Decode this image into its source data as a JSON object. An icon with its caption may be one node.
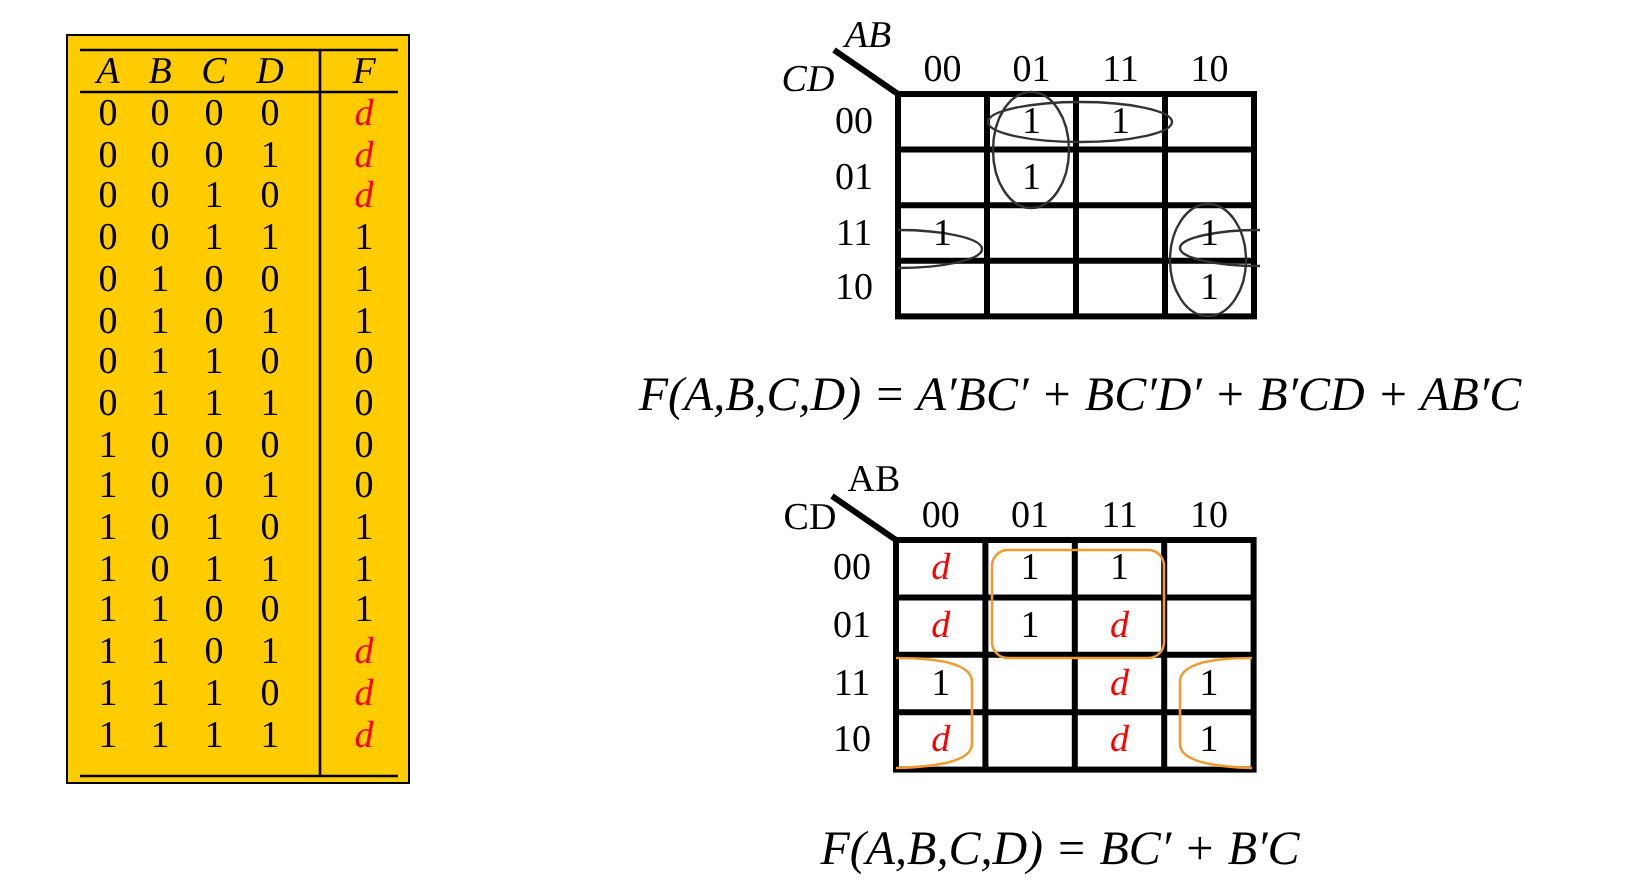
{
  "diagram": {
    "labels": [
      "A",
      "B",
      "C",
      "D",
      "F",
      "0",
      "0",
      "0",
      "0",
      "d",
      "0",
      "0",
      "0",
      "1",
      "d",
      "0",
      "0",
      "1",
      "0",
      "d",
      "0",
      "0",
      "1",
      "1",
      "1",
      "0",
      "1",
      "0",
      "0",
      "1",
      "0",
      "1",
      "0",
      "1",
      "1",
      "0",
      "1",
      "1",
      "0",
      "0",
      "0",
      "1",
      "1",
      "1",
      "0",
      "1",
      "0",
      "0",
      "0",
      "0",
      "1",
      "0",
      "0",
      "1",
      "0",
      "1",
      "0",
      "1",
      "0",
      "1",
      "1",
      "0",
      "1",
      "1",
      "1",
      "1",
      "1",
      "0",
      "0",
      "1",
      "1",
      "1",
      "0",
      "1",
      "d",
      "1",
      "1",
      "1",
      "0",
      "d",
      "1",
      "1",
      "1",
      "1",
      "d",
      "AB",
      "CD",
      "00",
      "01",
      "11",
      "10",
      "00",
      "01",
      "11",
      "10",
      "1",
      "1",
      "1",
      "1",
      "1",
      "1",
      "F(A,B,C,D) = A′BC′ + BC′D′ + B′CD + AB′C",
      "AB",
      "CD",
      "00",
      "01",
      "11",
      "10",
      "00",
      "01",
      "11",
      "10",
      "d",
      "1",
      "1",
      "d",
      "1",
      "d",
      "1",
      "d",
      "1",
      "d",
      "d",
      "1",
      "F(A,B,C,D) = BC′ + B′C"
    ]
  }
}
